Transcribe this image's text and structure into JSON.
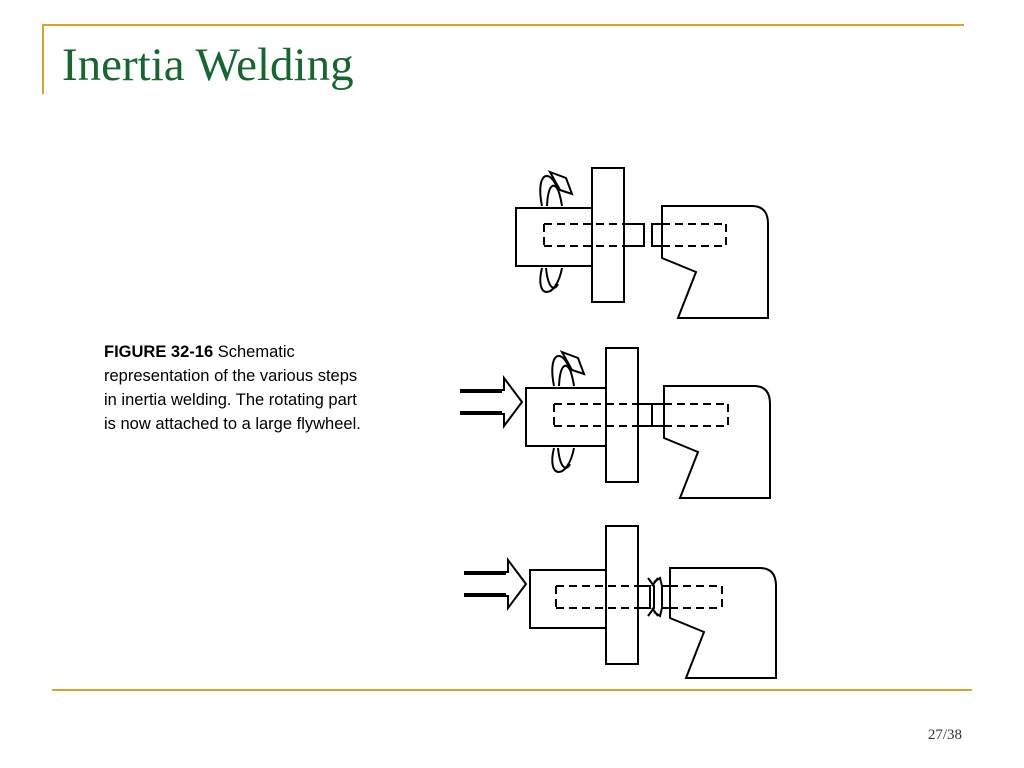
{
  "slide": {
    "title": "Inertia Welding",
    "page_number": "27/38"
  },
  "caption": {
    "figure_label": "FIGURE 32-16",
    "text": "Schematic representation of the various steps in inertia welding. The rotating part is now attached to a large flywheel."
  },
  "colors": {
    "title": "#16662f",
    "accent_rule": "#d4a72c",
    "text": "#000000"
  }
}
